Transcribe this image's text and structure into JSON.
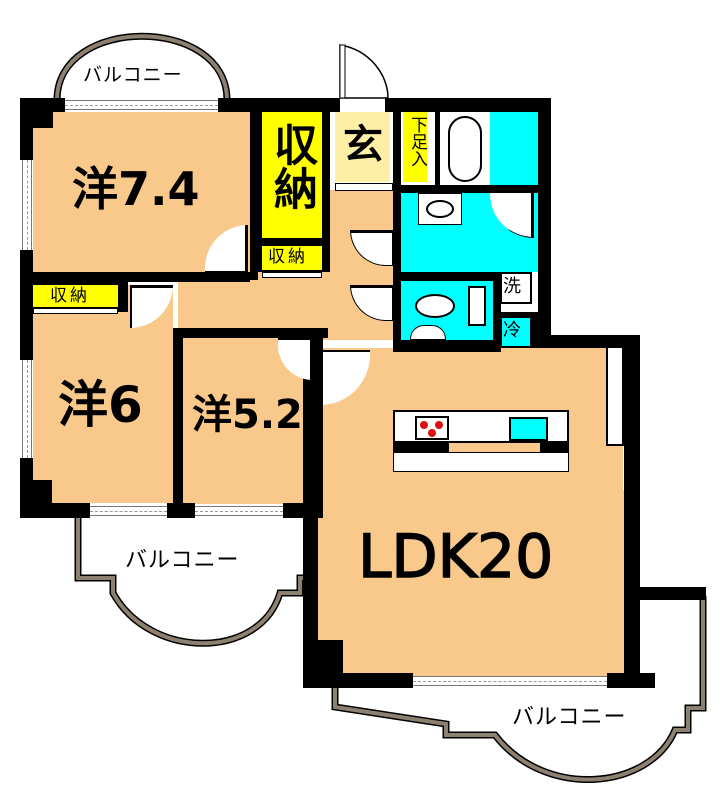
{
  "floorplan": {
    "rooms": {
      "western_1": {
        "label": "洋7.4",
        "type": "洋室",
        "size_jo": 7.4
      },
      "western_2": {
        "label": "洋6",
        "type": "洋室",
        "size_jo": 6
      },
      "western_3": {
        "label": "洋5.2",
        "type": "洋室",
        "size_jo": 5.2
      },
      "ldk": {
        "label": "LDK20",
        "type": "LDK",
        "size_jo": 20
      },
      "entrance": {
        "label": "玄"
      },
      "shoe_closet": {
        "label": "下足入"
      },
      "storage_large": {
        "label": "収納"
      },
      "storage_small": {
        "label": "収納"
      },
      "storage_left": {
        "label": "収納"
      }
    },
    "balconies": {
      "top": {
        "label": "バルコニー"
      },
      "middle": {
        "label": "バルコニー"
      },
      "bottom": {
        "label": "バルコニー"
      }
    },
    "fixtures": {
      "washer": {
        "label": "洗"
      },
      "fridge": {
        "label": "冷"
      }
    },
    "colors": {
      "room_floor": "#f8c98a",
      "storage": "#ffff00",
      "entrance": "#fdf0a6",
      "wet_area": "#00ffff",
      "wall": "#000000",
      "balcony_rail": "#8c8070",
      "stove_burner": "#e01010"
    }
  }
}
